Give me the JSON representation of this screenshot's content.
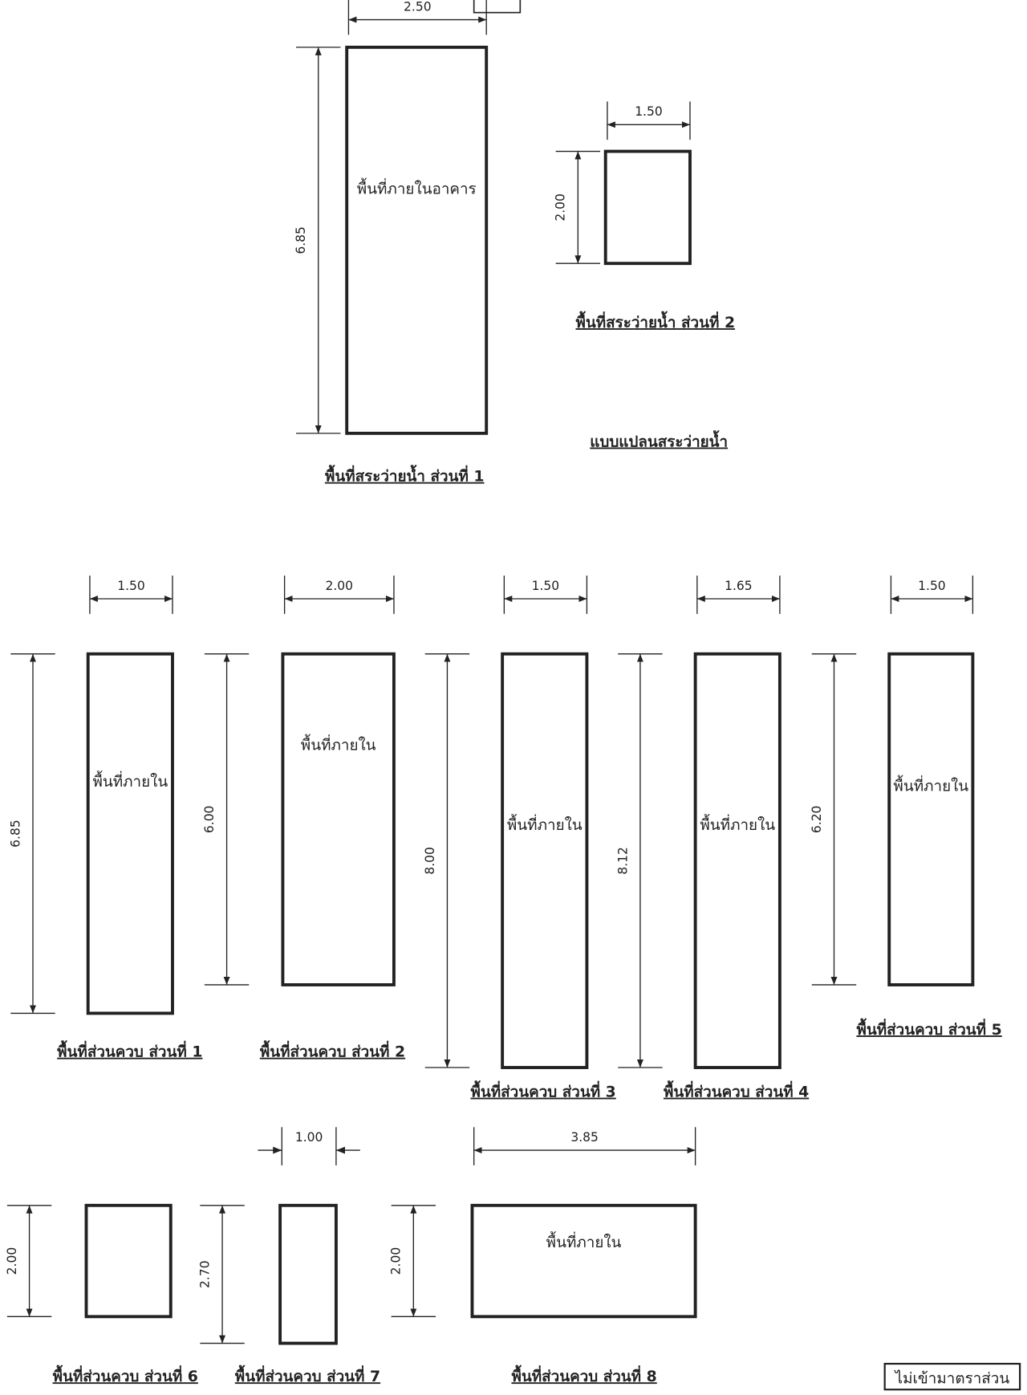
{
  "pool": {
    "title": "แบบแปลนสระว่ายน้ำ",
    "parts": [
      {
        "caption": "พื้นที่สระว่ายน้ำ ส่วนที่ 1",
        "width": "2.50",
        "height": "6.85",
        "inner_label": "พื้นที่ภายในอาคาร"
      },
      {
        "caption": "พื้นที่สระว่ายน้ำ ส่วนที่ 2",
        "width": "1.50",
        "height": "2.00",
        "inner_label": ""
      }
    ]
  },
  "annex": {
    "parts": [
      {
        "caption": "พื้นที่ส่วนควบ ส่วนที่ 1",
        "width": "1.50",
        "height": "6.85",
        "inner_label": "พื้นที่ภายใน"
      },
      {
        "caption": "พื้นที่ส่วนควบ ส่วนที่ 2",
        "width": "2.00",
        "height": "6.00",
        "inner_label": "พื้นที่ภายใน"
      },
      {
        "caption": "พื้นที่ส่วนควบ ส่วนที่ 3",
        "width": "1.50",
        "height": "8.00",
        "inner_label": "พื้นที่ภายใน"
      },
      {
        "caption": "พื้นที่ส่วนควบ ส่วนที่ 4",
        "width": "1.65",
        "height": "8.12",
        "inner_label": "พื้นที่ภายใน"
      },
      {
        "caption": "พื้นที่ส่วนควบ ส่วนที่ 5",
        "width": "1.50",
        "height": "6.20",
        "inner_label": "พื้นที่ภายใน"
      },
      {
        "caption": "พื้นที่ส่วนควบ ส่วนที่ 6",
        "width": "",
        "height": "2.00",
        "inner_label": ""
      },
      {
        "caption": "พื้นที่ส่วนควบ ส่วนที่ 7",
        "width": "1.00",
        "height": "2.70",
        "inner_label": ""
      },
      {
        "caption": "พื้นที่ส่วนควบ ส่วนที่ 8",
        "width": "3.85",
        "height": "2.00",
        "inner_label": "พื้นที่ภายใน"
      }
    ]
  },
  "note": "ไม่เข้ามาตราส่วน"
}
